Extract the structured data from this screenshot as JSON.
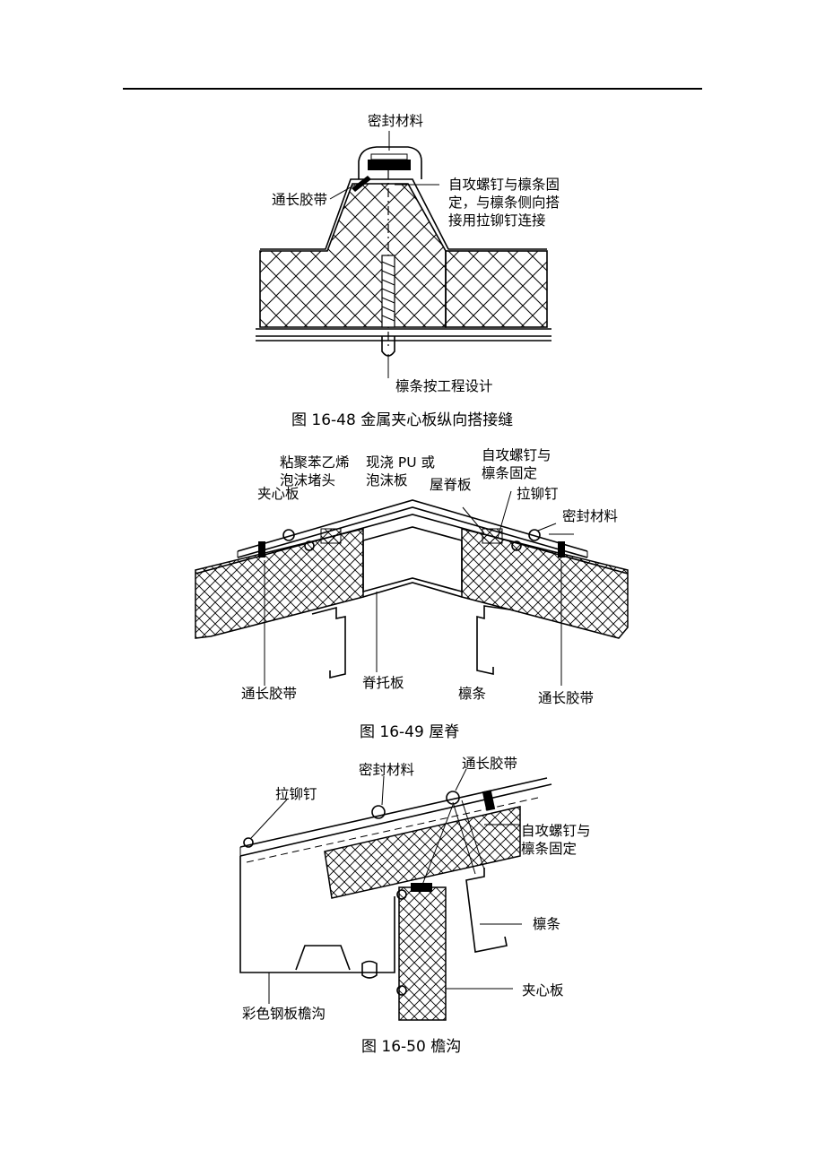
{
  "figures": [
    {
      "caption": "图 16-48  金属夹心板纵向搭接缝",
      "labels": {
        "sealant": "密封材料",
        "tape": "通长胶带",
        "screw_1": "自攻螺钉与檩条固",
        "screw_2": "定，与檩条侧向搭",
        "screw_3": "接用拉铆钉连接",
        "purlin": "檩条按工程设计"
      }
    },
    {
      "caption": "图 16-49  屋脊",
      "labels": {
        "pe_1": "粘聚苯乙烯",
        "pe_2": "泡沫堵头",
        "pu_1": "现浇 PU 或",
        "pu_2": "泡沫板",
        "screw_1": "自攻螺钉与",
        "screw_2": "檩条固定",
        "panel": "夹心板",
        "ridge_plate": "屋脊板",
        "rivet": "拉铆钉",
        "sealant": "密封材料",
        "tape_left": "通长胶带",
        "ridge_support": "脊托板",
        "purlin": "檩条",
        "tape_right": "通长胶带"
      }
    },
    {
      "caption": "图 16-50  檐沟",
      "labels": {
        "sealant": "密封材料",
        "tape": "通长胶带",
        "rivet": "拉铆钉",
        "screw_1": "自攻螺钉与",
        "screw_2": "檩条固定",
        "purlin": "檩条",
        "panel": "夹心板",
        "gutter": "彩色钢板檐沟"
      }
    }
  ]
}
